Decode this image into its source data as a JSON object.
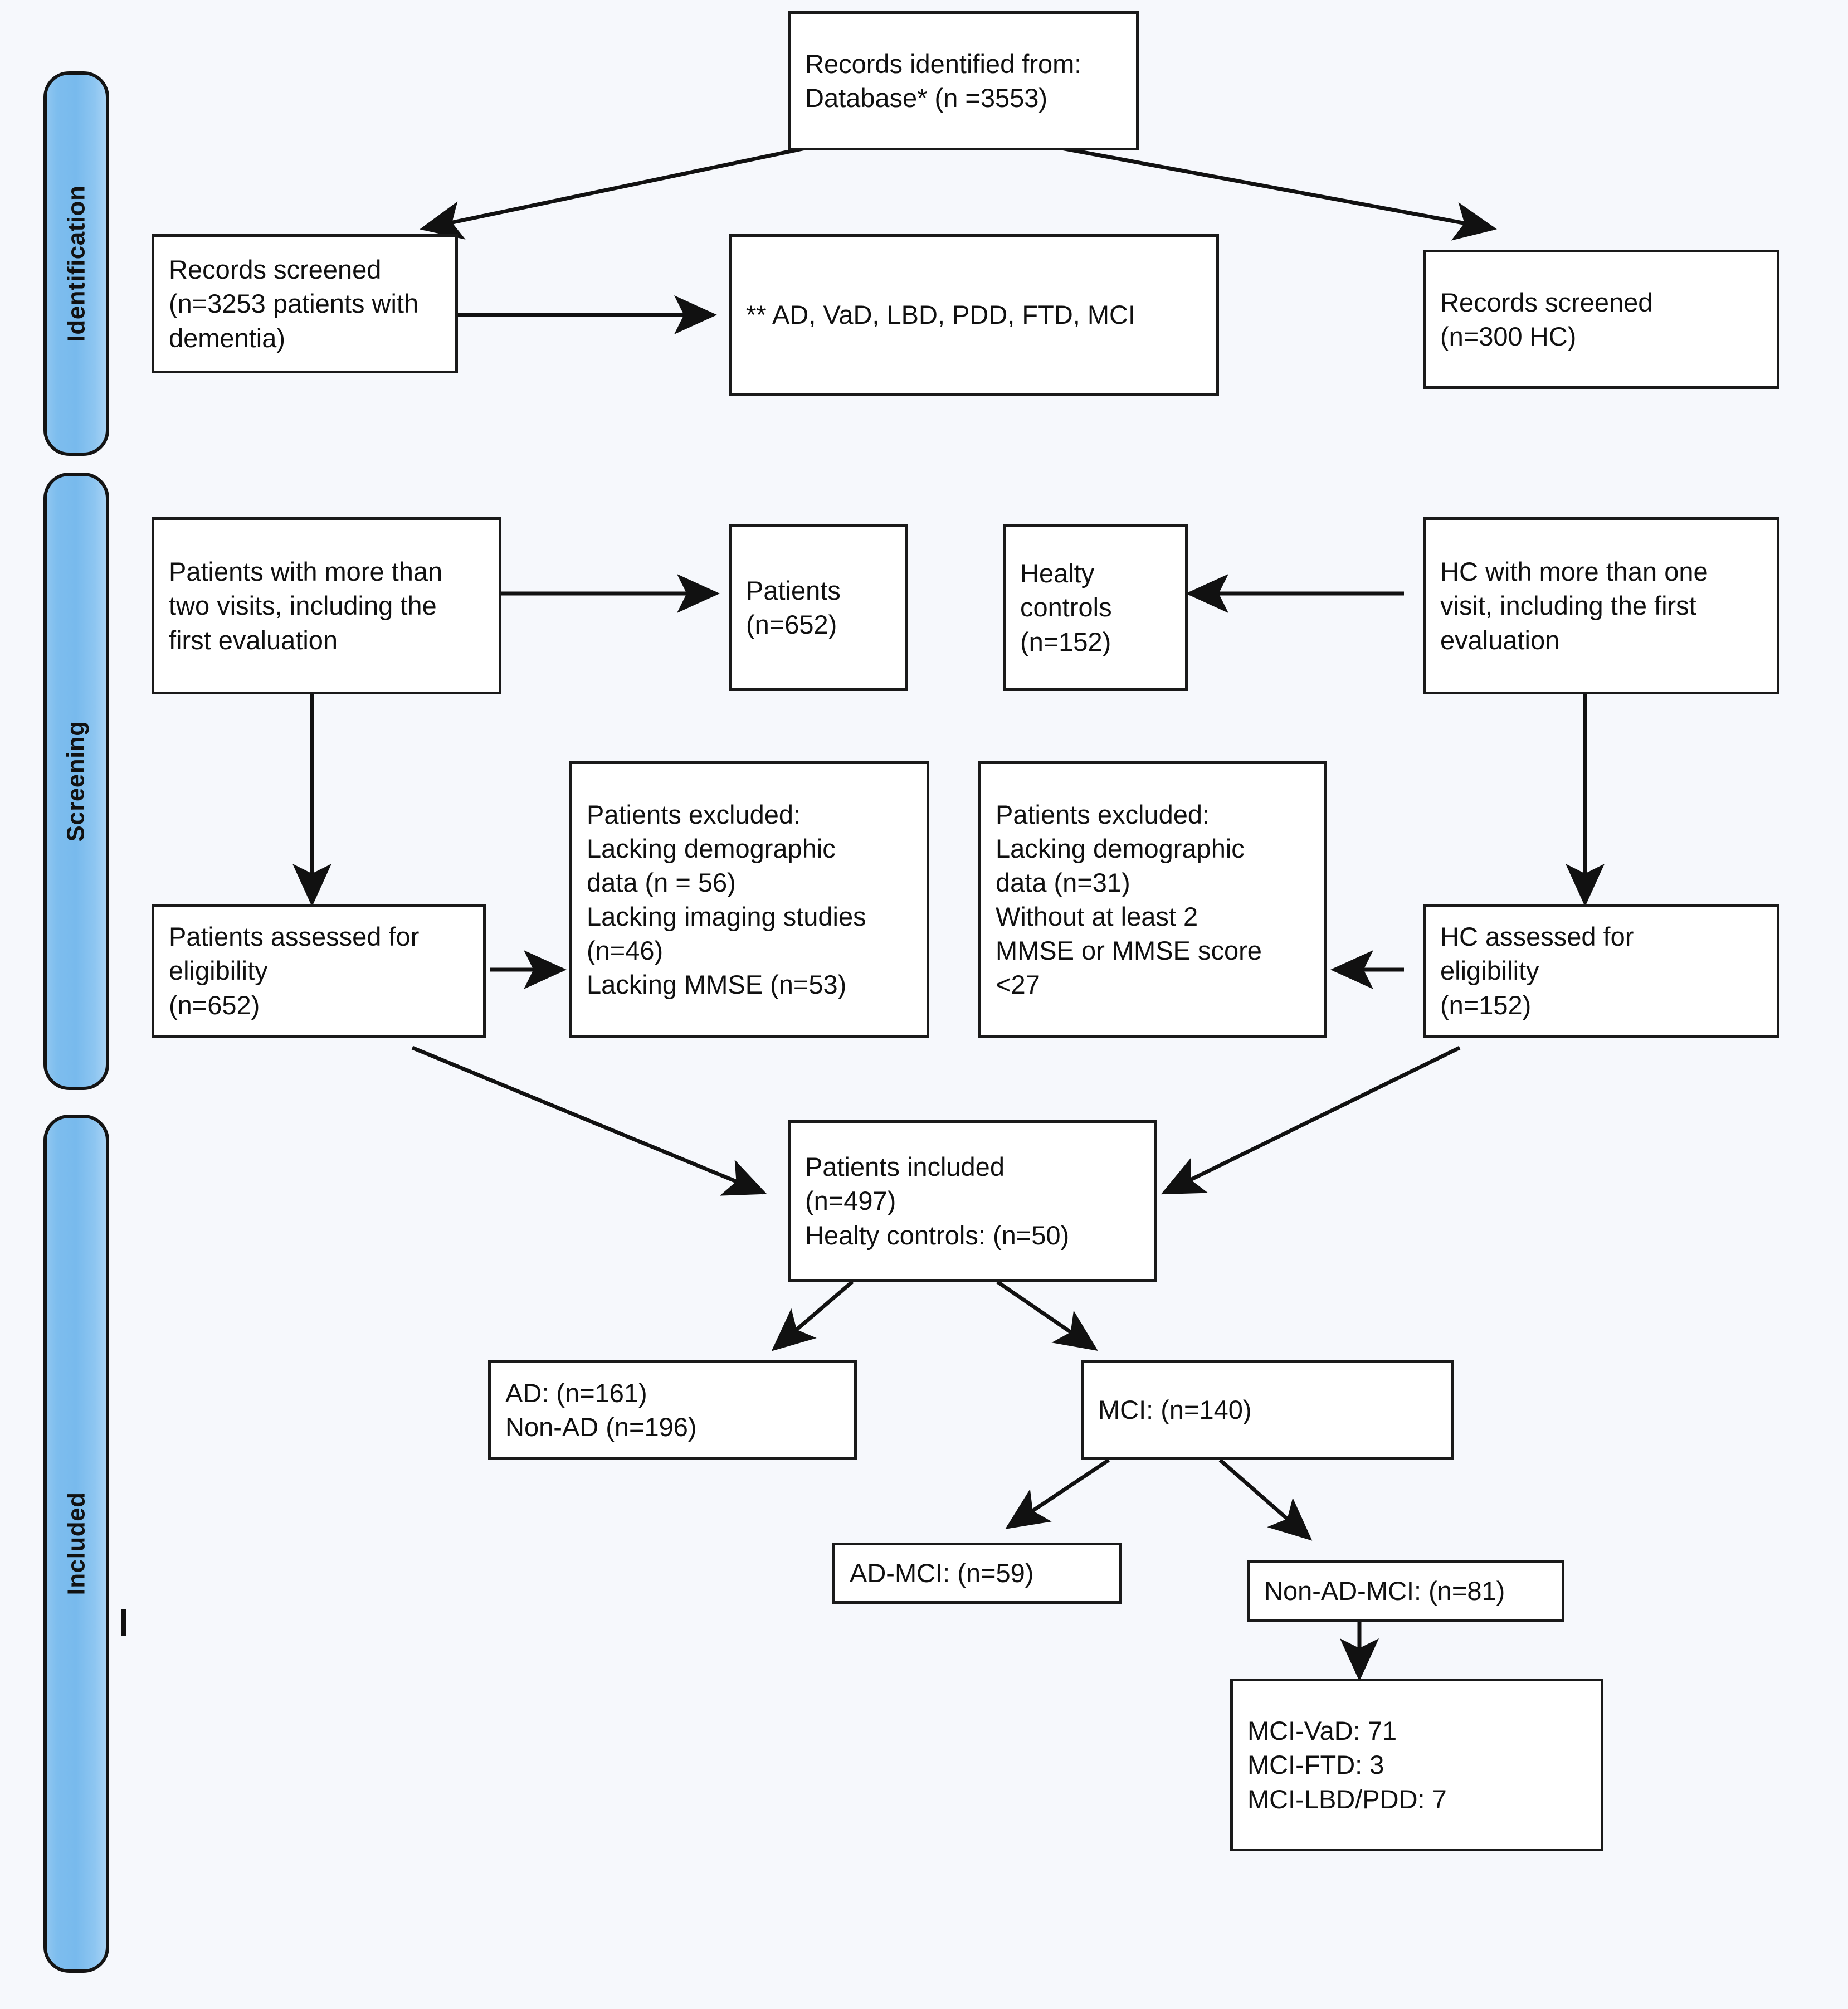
{
  "diagram": {
    "title": "PRISMA study selection flow diagram",
    "background_color": "#f6f8fc",
    "box_border_color": "#1a1a1a",
    "phase_bar_color": "#7dbdee"
  },
  "phases": [
    {
      "id": "identification",
      "label": "Identification"
    },
    {
      "id": "screening",
      "label": "Screening"
    },
    {
      "id": "included",
      "label": "Included"
    }
  ],
  "boxes": {
    "records_identified": "Records identified from:\n   Database* (n =3553)",
    "records_screened_patients": "Records screened\n(n=3253 patients with\ndementia)",
    "dementia_types": "** AD, VaD, LBD, PDD, FTD, MCI",
    "records_screened_hc": "Records screened\n(n=300 HC)",
    "patients_more_visits": "Patients with more than\ntwo visits, including the\nfirst evaluation",
    "patients_count": "Patients\n(n=652)",
    "healthy_controls_count": "Healty\ncontrols\n(n=152)",
    "hc_more_visits": "HC with more than one\nvisit, including the first\nevaluation",
    "patients_excluded_1": "Patients excluded:\nLacking demographic\ndata (n = 56)\nLacking imaging studies\n(n=46)\nLacking MMSE (n=53)",
    "patients_excluded_2": "Patients excluded:\nLacking demographic\ndata (n=31)\nWithout at least 2\nMMSE or MMSE score\n<27",
    "patients_assessed": "Patients assessed for\neligibility\n(n=652)",
    "hc_assessed": "HC assessed for\neligibility\n(n=152)",
    "patients_included": "Patients included\n(n=497)\nHealty controls: (n=50)",
    "ad_non_ad": "AD: (n=161)\nNon-AD (n=196)",
    "mci": "MCI: (n=140)",
    "ad_mci": "AD-MCI: (n=59)",
    "non_ad_mci": "Non-AD-MCI: (n=81)",
    "mci_subtypes": "MCI-VaD: 71\nMCI-FTD: 3\nMCI-LBD/PDD: 7"
  },
  "chart_data": {
    "type": "diagram",
    "title": "PRISMA flow diagram of study selection",
    "nodes": [
      {
        "id": "records_identified",
        "label": "Records identified from: Database*",
        "n": 3553,
        "phase": "Identification"
      },
      {
        "id": "records_screened_patients",
        "label": "Records screened (patients with dementia)",
        "n": 3253,
        "phase": "Identification"
      },
      {
        "id": "dementia_types",
        "label": "** AD, VaD, LBD, PDD, FTD, MCI",
        "n": null,
        "phase": "Identification"
      },
      {
        "id": "records_screened_hc",
        "label": "Records screened (HC)",
        "n": 300,
        "phase": "Identification"
      },
      {
        "id": "patients_more_visits",
        "label": "Patients with more than two visits, including the first evaluation",
        "n": null,
        "phase": "Screening"
      },
      {
        "id": "patients_count",
        "label": "Patients",
        "n": 652,
        "phase": "Screening"
      },
      {
        "id": "healthy_controls_count",
        "label": "Healty controls",
        "n": 152,
        "phase": "Screening"
      },
      {
        "id": "hc_more_visits",
        "label": "HC with more than one visit, including the first evaluation",
        "n": null,
        "phase": "Screening"
      },
      {
        "id": "patients_excluded_1",
        "label": "Patients excluded (patients)",
        "n": null,
        "phase": "Screening",
        "reasons": [
          {
            "reason": "Lacking demographic data",
            "n": 56
          },
          {
            "reason": "Lacking imaging studies",
            "n": 46
          },
          {
            "reason": "Lacking MMSE",
            "n": 53
          }
        ]
      },
      {
        "id": "patients_excluded_2",
        "label": "Patients excluded (HC)",
        "n": null,
        "phase": "Screening",
        "reasons": [
          {
            "reason": "Lacking demographic data",
            "n": 31
          },
          {
            "reason": "Without at least 2 MMSE or MMSE score <27",
            "n": null
          }
        ]
      },
      {
        "id": "patients_assessed",
        "label": "Patients assessed for eligibility",
        "n": 652,
        "phase": "Screening"
      },
      {
        "id": "hc_assessed",
        "label": "HC assessed for eligibility",
        "n": 152,
        "phase": "Screening"
      },
      {
        "id": "patients_included",
        "label": "Patients included",
        "n": 497,
        "healthy_controls": 50,
        "phase": "Included"
      },
      {
        "id": "ad_non_ad",
        "label": "AD / Non-AD",
        "ad": 161,
        "non_ad": 196,
        "phase": "Included"
      },
      {
        "id": "mci",
        "label": "MCI",
        "n": 140,
        "phase": "Included"
      },
      {
        "id": "ad_mci",
        "label": "AD-MCI",
        "n": 59,
        "phase": "Included"
      },
      {
        "id": "non_ad_mci",
        "label": "Non-AD-MCI",
        "n": 81,
        "phase": "Included"
      },
      {
        "id": "mci_subtypes",
        "label": "MCI subtypes",
        "phase": "Included",
        "breakdown": [
          {
            "subtype": "MCI-VaD",
            "n": 71
          },
          {
            "subtype": "MCI-FTD",
            "n": 3
          },
          {
            "subtype": "MCI-LBD/PDD",
            "n": 7
          }
        ]
      }
    ],
    "edges": [
      {
        "from": "records_identified",
        "to": "records_screened_patients"
      },
      {
        "from": "records_identified",
        "to": "records_screened_hc"
      },
      {
        "from": "records_screened_patients",
        "to": "dementia_types"
      },
      {
        "from": "patients_more_visits",
        "to": "patients_count"
      },
      {
        "from": "hc_more_visits",
        "to": "healthy_controls_count"
      },
      {
        "from": "patients_more_visits",
        "to": "patients_assessed"
      },
      {
        "from": "hc_more_visits",
        "to": "hc_assessed"
      },
      {
        "from": "patients_assessed",
        "to": "patients_excluded_1"
      },
      {
        "from": "hc_assessed",
        "to": "patients_excluded_2"
      },
      {
        "from": "patients_assessed",
        "to": "patients_included"
      },
      {
        "from": "hc_assessed",
        "to": "patients_included"
      },
      {
        "from": "patients_included",
        "to": "ad_non_ad"
      },
      {
        "from": "patients_included",
        "to": "mci"
      },
      {
        "from": "mci",
        "to": "ad_mci"
      },
      {
        "from": "mci",
        "to": "non_ad_mci"
      },
      {
        "from": "non_ad_mci",
        "to": "mci_subtypes"
      }
    ]
  }
}
